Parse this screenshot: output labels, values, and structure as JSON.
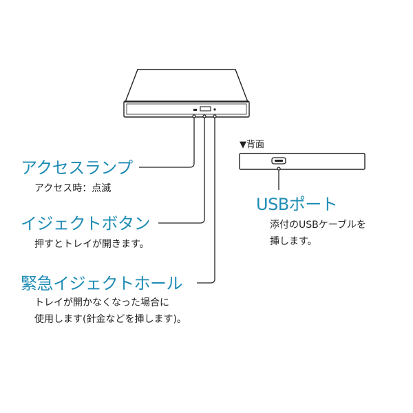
{
  "labels": {
    "access_lamp": {
      "title": "アクセスランプ",
      "desc_lines": [
        "アクセス時：点滅"
      ]
    },
    "eject_button": {
      "title": "イジェクトボタン",
      "desc_lines": [
        "押すとトレイが開きます。"
      ]
    },
    "emergency_eject_hole": {
      "title": "緊急イジェクトホール",
      "desc_lines": [
        "トレイが開かなくなった場合に",
        "使用します(針金などを挿します)。"
      ]
    },
    "back_view": {
      "caption": "▼背面"
    },
    "usb_port": {
      "title": "USBポート",
      "desc_lines": [
        "添付のUSBケーブルを",
        "挿します。"
      ]
    }
  },
  "colors": {
    "accent": "#1e8cb4",
    "line": "#222222",
    "device_fill": "#ffffff"
  }
}
